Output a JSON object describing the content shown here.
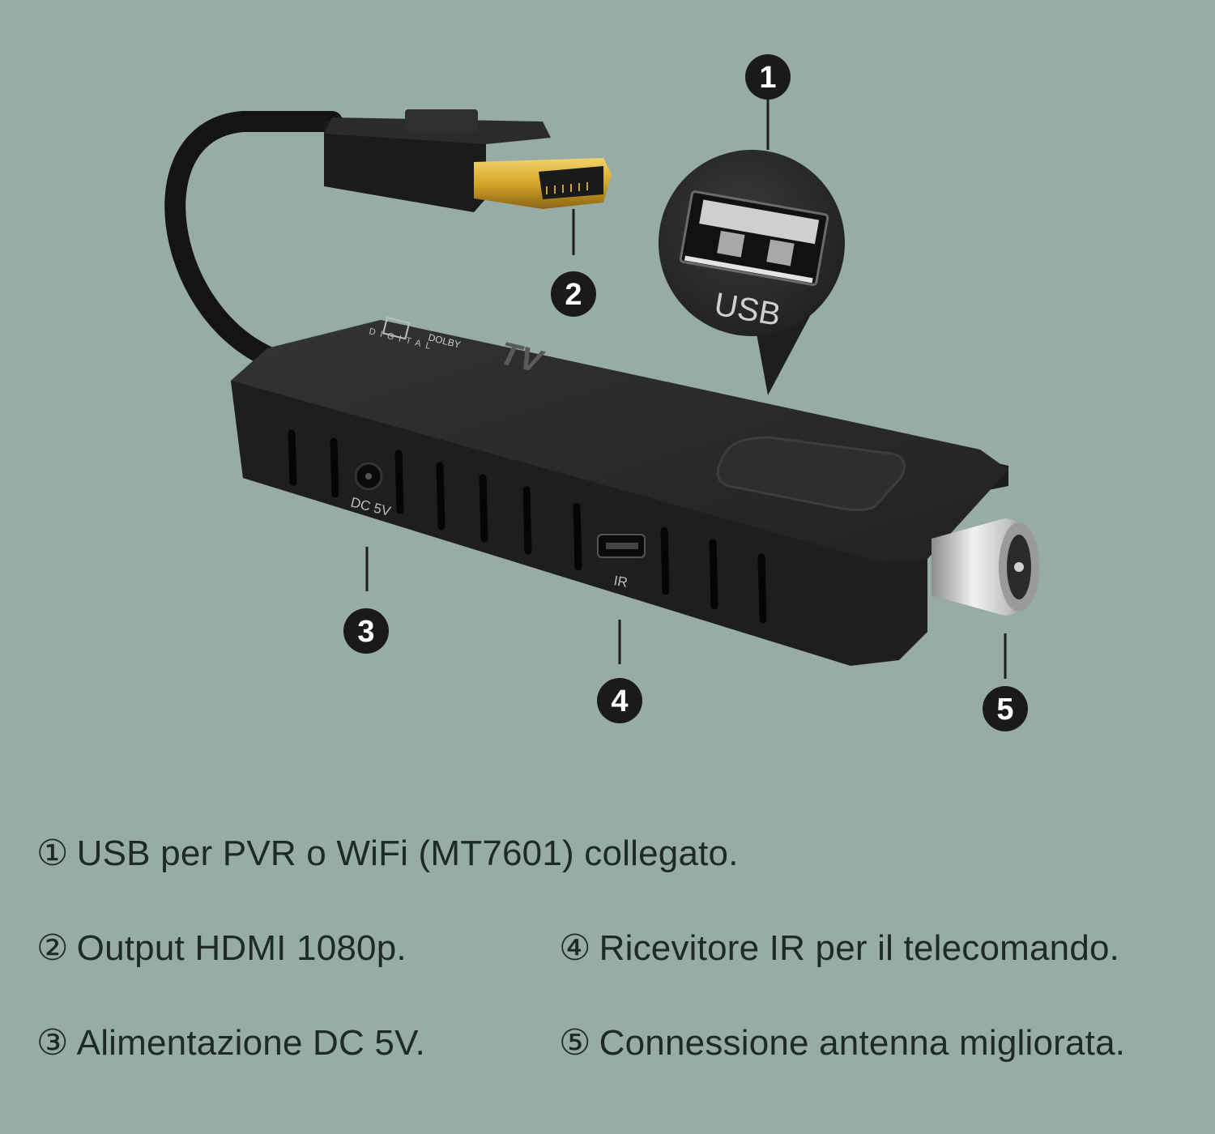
{
  "colors": {
    "background": "#97aca4",
    "device_body": "#1f1f1f",
    "device_top": "#2a2a2a",
    "badge": "#1a1a1a",
    "badge_text": "#ffffff",
    "caption_text": "#1e2a26",
    "gold_contacts": "#d4a62a"
  },
  "callouts": {
    "c1": "1",
    "c2": "2",
    "c3": "3",
    "c4": "4",
    "c5": "5"
  },
  "device": {
    "usb_label": "USB",
    "dc_label": "DC 5V",
    "ir_label": "IR",
    "brand_dolby": "DOLBY",
    "brand_digital": "DIGITAL",
    "brand_tv": "TV"
  },
  "captions": [
    {
      "mark": "①",
      "text": "USB per PVR o WiFi (MT7601) collegato."
    },
    {
      "mark": "②",
      "text": "Output HDMI 1080p."
    },
    {
      "mark": "③",
      "text": "Alimentazione DC 5V."
    },
    {
      "mark": "④",
      "text": "Ricevitore IR per il telecomando."
    },
    {
      "mark": "⑤",
      "text": "Connessione antenna migliorata."
    }
  ]
}
